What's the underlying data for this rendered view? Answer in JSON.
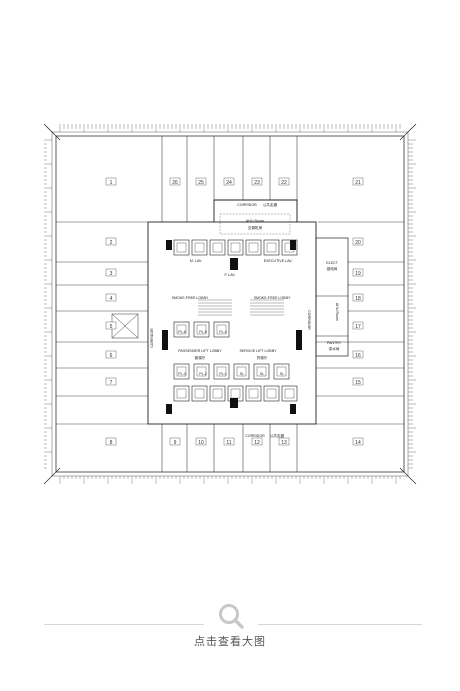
{
  "floorplan": {
    "bays_top": [
      "1",
      "26",
      "25",
      "24",
      "23",
      "22",
      "21"
    ],
    "bays_left": [
      "2",
      "3",
      "4",
      "5",
      "6",
      "7"
    ],
    "bays_right": [
      "20",
      "19",
      "18",
      "17",
      "16",
      "15"
    ],
    "bays_bottom": [
      "8",
      "9",
      "10",
      "11",
      "12",
      "13",
      "14"
    ],
    "corridor_top": "CORRIDOR",
    "corridor_top_cn": "公共走廊",
    "corridor_bottom": "CORRIDOR",
    "corridor_bottom_cn": "公共走廊",
    "ahu_room": "AHU Room",
    "ahu_room_cn": "空调机房",
    "elect_room": "ELECT",
    "elect_room_cn": "强电间",
    "pantry": "PANTRY",
    "pantry_cn": "茶水间",
    "passenger_lobby": "PASSENGER LIFT LOBBY",
    "passenger_lobby_cn": "客梯厅",
    "service_lobby": "SERVICE LIFT LOBBY",
    "service_lobby_cn": "货梯厅",
    "smoke_free_lobby": "SMOKE-FREE LOBBY",
    "ahu_room_side": "AHU Room",
    "wc_left": "M. LAV.",
    "wc_right": "F. LAV.",
    "executive_lav": "EXECUTIVE LAV.",
    "lift_pl1": "PL-1",
    "lift_pl2": "PL-2",
    "lift_pl3": "PL-3",
    "lift_pl4": "PL-4",
    "lift_pl5": "PL-5",
    "lift_pl6": "PL-6",
    "lift_sl": "SL",
    "corridor_vertical": "CORRIDOR"
  },
  "viewer": {
    "zoom_caption": "点击查看大图"
  }
}
